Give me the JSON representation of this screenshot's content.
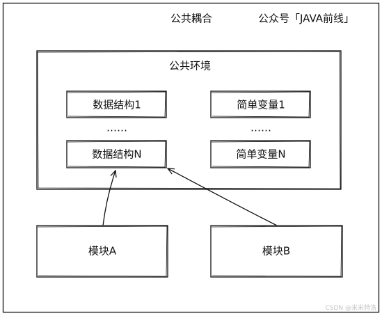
{
  "header": {
    "title": "公共耦合",
    "source": "公众号「JAVA前线」"
  },
  "environment": {
    "label": "公共环境",
    "data_structures": [
      "数据结构1",
      "数据结构N"
    ],
    "simple_variables": [
      "简单变量1",
      "简单变量N"
    ],
    "ellipsis": "……"
  },
  "modules": {
    "a": "模块A",
    "b": "模块B"
  },
  "watermark": "CSDN @米米特洛"
}
